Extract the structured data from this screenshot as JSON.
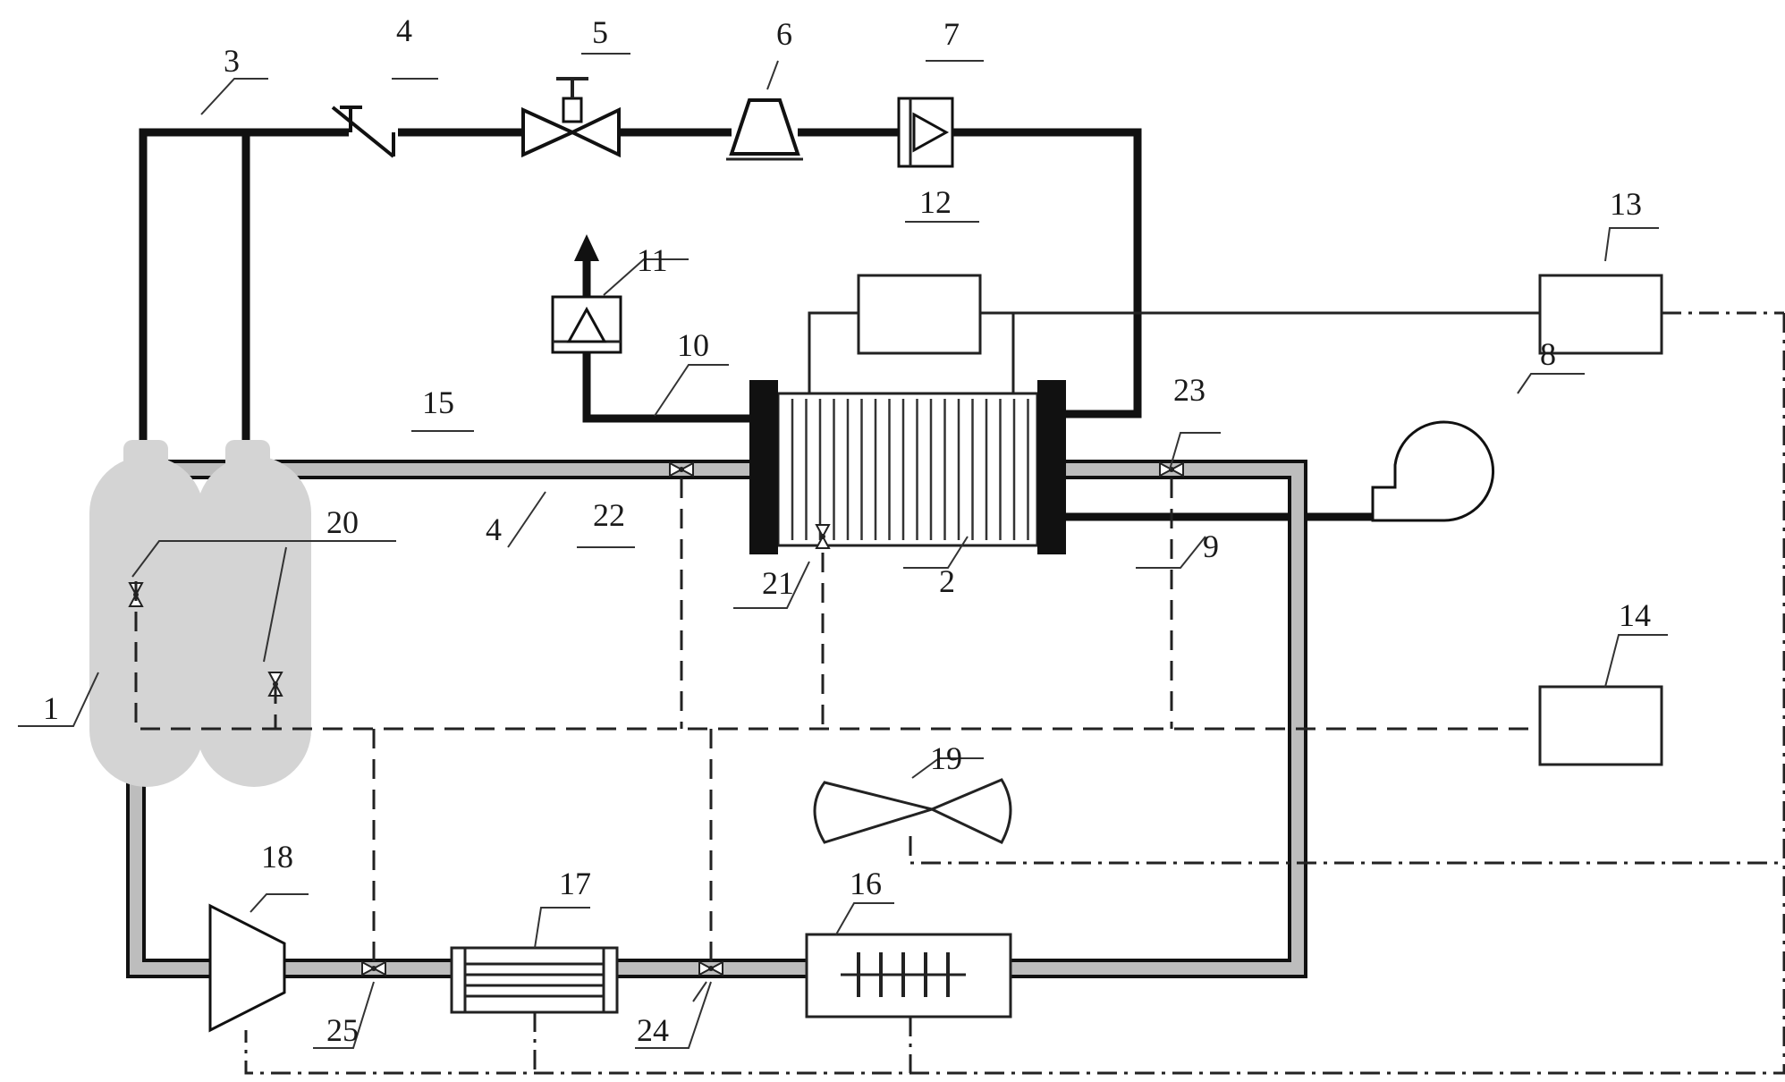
{
  "labels": {
    "l1": "1",
    "l2": "2",
    "l3": "3",
    "l4a": "4",
    "l4b": "4",
    "l5": "5",
    "l6": "6",
    "l7": "7",
    "l8": "8",
    "l9": "9",
    "l10": "10",
    "l11": "11",
    "l12": "12",
    "l13": "13",
    "l14": "14",
    "l15": "15",
    "l16": "16",
    "l17": "17",
    "l18": "18",
    "l19": "19",
    "l20": "20",
    "l21": "21",
    "l22": "22",
    "l23": "23",
    "l24": "24",
    "l25": "25"
  },
  "colors": {
    "line": "#111111",
    "tank": "#d4d4d4",
    "pipe_fill": "#bdbdbd"
  }
}
